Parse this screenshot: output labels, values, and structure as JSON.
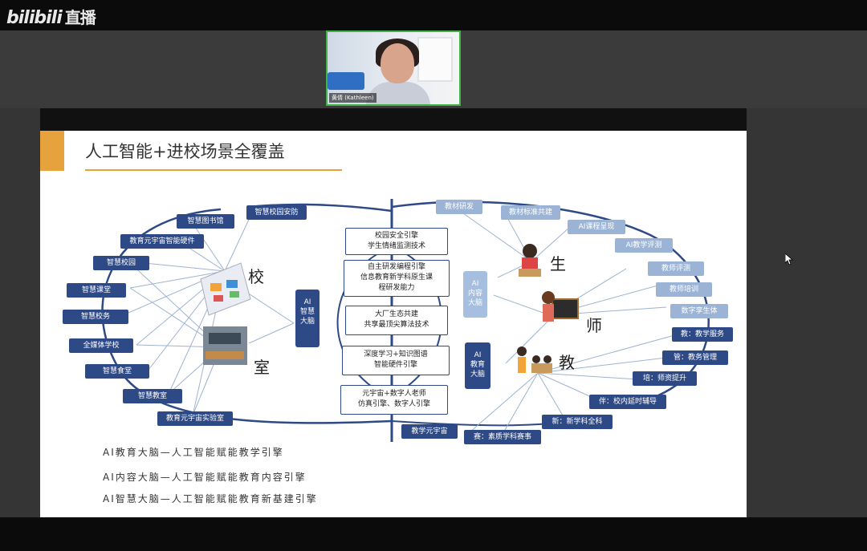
{
  "app": {
    "logo_text": "bilibili",
    "logo_suffix": "直播"
  },
  "participant": {
    "name": "黄倩 (Kathleen)"
  },
  "slide": {
    "title": "人工智能+进校场景全覆盖",
    "left_boxes": [
      "智慧图书馆",
      "智慧校园安防",
      "教育元宇宙智能硬件",
      "智慧校园",
      "智慧课堂",
      "智慧校务",
      "全媒体学校",
      "智慧食堂",
      "智慧教室",
      "教育元宇宙实验室"
    ],
    "center_boxes": [
      "校园安全引擎\n学生情绪监测技术",
      "自主研发编程引擎\n信息教育新学科原生课\n程研发能力",
      "大厂生态共建\n共享最顶尖算法技术",
      "深度学习+知识图谱\n智能硬件引擎",
      "元宇宙+数字人老师\n仿真引擎、数字人引擎"
    ],
    "vertical_boxes": {
      "zhihui": "AI\n智慧\n大脑",
      "neirong": "AI\n内容\n大脑",
      "jiaoyu": "AI\n教育\n大脑"
    },
    "big_labels": {
      "xiao": "校",
      "shi_room": "室",
      "sheng": "生",
      "shi_teacher": "师",
      "jiao": "教"
    },
    "right_boxes_light": [
      "教材研发",
      "教材标准共建",
      "AI课程呈现",
      "AI教学评测",
      "教师评测",
      "教师培训",
      "数字孪生体"
    ],
    "right_boxes_dark": [
      "教：教学服务",
      "管：教务管理",
      "培：师资提升",
      "伴：校内延时辅导",
      "新：新学科全科",
      "赛：素质学科赛事",
      "教学元宇宙"
    ],
    "legend": [
      "AI教育大脑—人工智能赋能教学引擎",
      "AI内容大脑—人工智能赋能教育内容引擎",
      "AI智慧大脑—人工智能赋能教育新基建引擎"
    ]
  },
  "colors": {
    "dark_box": "#2e4a86",
    "light_box": "#9bb4d6",
    "accent": "#e6a23c"
  }
}
